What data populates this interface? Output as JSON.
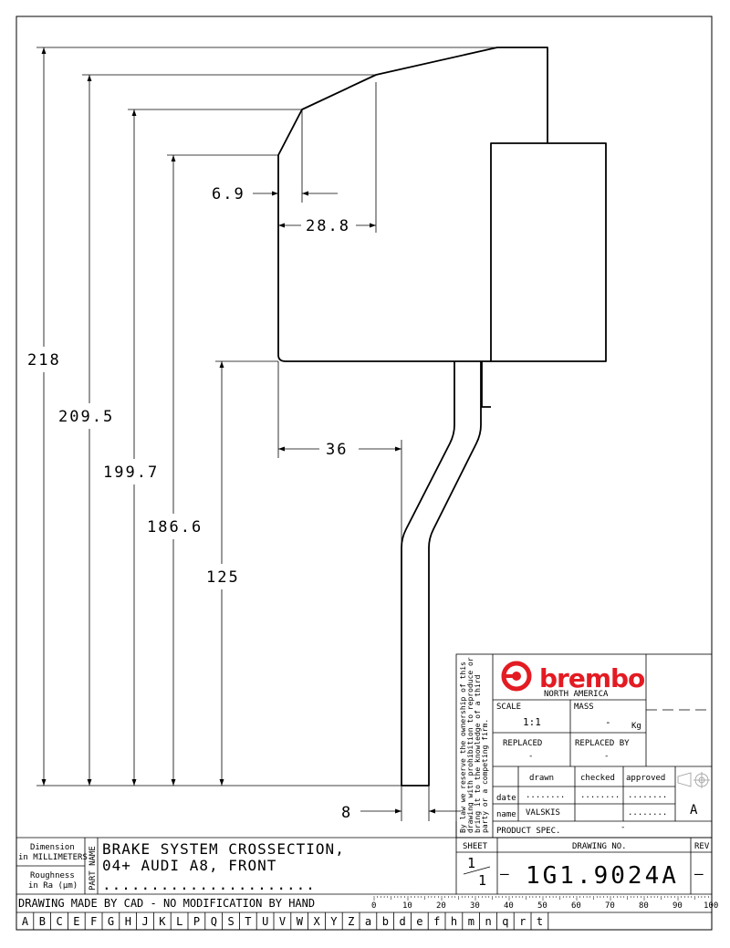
{
  "drawing": {
    "dimensions": {
      "h218": "218",
      "h209": "209.5",
      "h199": "199.7",
      "h186": "186.6",
      "h125": "125",
      "w6_9": "6.9",
      "w28_8": "28.8",
      "w36": "36",
      "w8": "8"
    }
  },
  "title_block": {
    "brand": "brembo",
    "brand_sub": "NORTH AMERICA",
    "scale_label": "SCALE",
    "scale_value": "1:1",
    "mass_label": "MASS",
    "mass_value": "-",
    "mass_unit": "Kg",
    "replaced_label": "REPLACED",
    "replaced_value": "-",
    "replaced_by_label": "REPLACED BY",
    "replaced_by_value": "-",
    "drawn_label": "drawn",
    "checked_label": "checked",
    "approved_label": "approved",
    "date_label": "date",
    "name_label": "name",
    "drawn_name": "VALSKIS",
    "dots": "........",
    "projection_letter": "A",
    "product_spec_label": "PRODUCT SPEC.",
    "product_spec_value": "-",
    "legal_line1": "By law we reserve the ownership of this",
    "legal_line2": "drawing with prohibition to reproduce or",
    "legal_line3": "bring it to the knowledge of a third",
    "legal_line4": "party or a competing firm.",
    "dimension_label": "Dimension",
    "dimension_unit": "in MILLIMETERS",
    "roughness_label": "Roughness",
    "roughness_unit": "in Ra (µm)",
    "part_name_label": "PART NAME",
    "part_name_line1": "BRAKE SYSTEM CROSSECTION,",
    "part_name_line2": "04+ AUDI A8, FRONT",
    "part_name_dots": "......................",
    "sheet_label": "SHEET",
    "sheet_num": "1",
    "sheet_den": "1",
    "sheet_dash": "—",
    "drawing_no_label": "DRAWING NO.",
    "drawing_no": "1G1.9024A",
    "rev_label": "REV",
    "rev_value": "—",
    "cad_note": "DRAWING MADE BY CAD - NO MODIFICATION BY HAND"
  },
  "ruler": [
    "0",
    "10",
    "20",
    "30",
    "40",
    "50",
    "60",
    "70",
    "80",
    "90",
    "100"
  ],
  "grid_letters": [
    "A",
    "B",
    "C",
    "E",
    "F",
    "G",
    "H",
    "J",
    "K",
    "L",
    "P",
    "Q",
    "S",
    "T",
    "U",
    "V",
    "W",
    "X",
    "Y",
    "Z",
    "a",
    "b",
    "d",
    "e",
    "f",
    "h",
    "m",
    "n",
    "q",
    "r",
    "t"
  ]
}
